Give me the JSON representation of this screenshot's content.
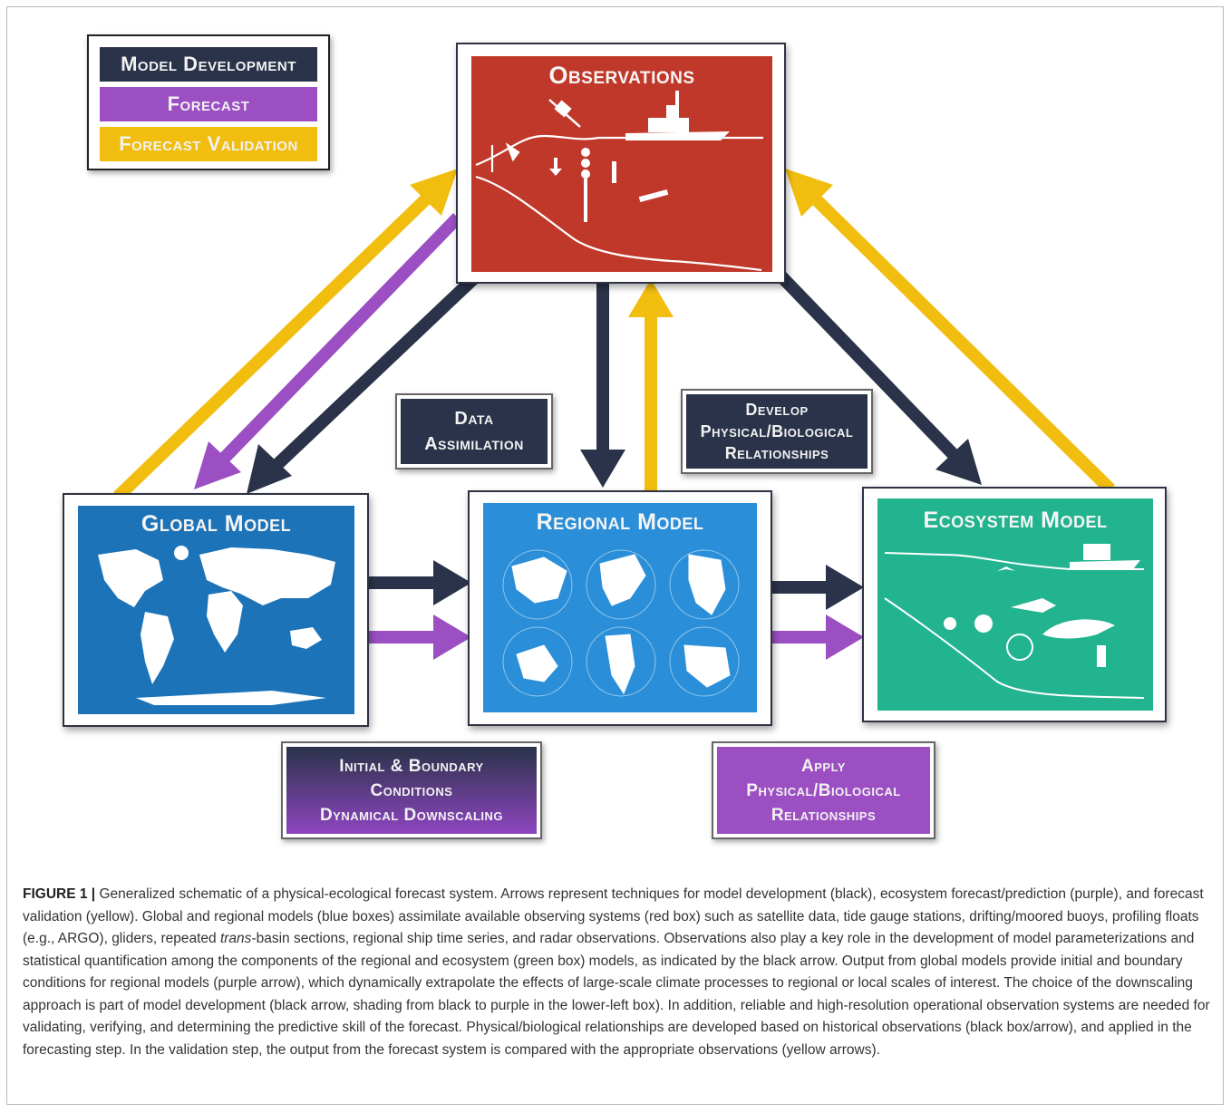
{
  "legend": {
    "items": [
      {
        "label": "Model Development",
        "color": "#2a3349"
      },
      {
        "label": "Forecast",
        "color": "#9b4fc3"
      },
      {
        "label": "Forecast Validation",
        "color": "#f1bd0f"
      }
    ]
  },
  "boxes": {
    "observations": {
      "title": "Observations",
      "color": "#c0392b"
    },
    "global": {
      "title": "Global Model",
      "color": "#1f73b8"
    },
    "regional": {
      "title": "Regional Model",
      "color": "#2a8fd8"
    },
    "ecosystem": {
      "title": "Ecosystem Model",
      "color": "#20b48f"
    }
  },
  "labels": {
    "data_assimilation": [
      "Data",
      "Assimilation"
    ],
    "develop": [
      "Develop",
      "Physical/Biological",
      "Relationships"
    ],
    "initial": [
      "Initial & Boundary",
      "Conditions",
      "Dynamical Downscaling"
    ],
    "apply": [
      "Apply",
      "Physical/Biological",
      "Relationships"
    ]
  },
  "colors": {
    "black_arrow": "#2a3349",
    "purple_arrow": "#9b4fc3",
    "yellow_arrow": "#f1bd0f"
  },
  "caption": {
    "figure_label": "FIGURE 1 |",
    "part1": " Generalized schematic of a physical-ecological forecast system. Arrows represent techniques for model development (black), ecosystem forecast/prediction (purple), and forecast validation (yellow). Global and regional models (blue boxes) assimilate available observing systems (red box) such as satellite data, tide gauge stations, drifting/moored buoys, profiling floats (e.g., ARGO), gliders, repeated ",
    "italic": "trans",
    "part2": "-basin sections, regional ship time series, and radar observations. Observations also play a key role in the development of model parameterizations and statistical quantification among the components of the regional and ecosystem (green box) models, as indicated by the black arrow. Output from global models provide initial and boundary conditions for regional models (purple arrow), which dynamically extrapolate the effects of large-scale climate processes to regional or local scales of interest. The choice of the downscaling approach is part of model development (black arrow, shading from black to purple in the lower-left box). In addition, reliable and high-resolution operational observation systems are needed for validating, verifying, and determining the predictive skill of the forecast. Physical/biological relationships are developed based on historical observations (black box/arrow), and applied in the forecasting step. In the validation step, the output from the forecast system is compared with the appropriate observations (yellow arrows)."
  }
}
